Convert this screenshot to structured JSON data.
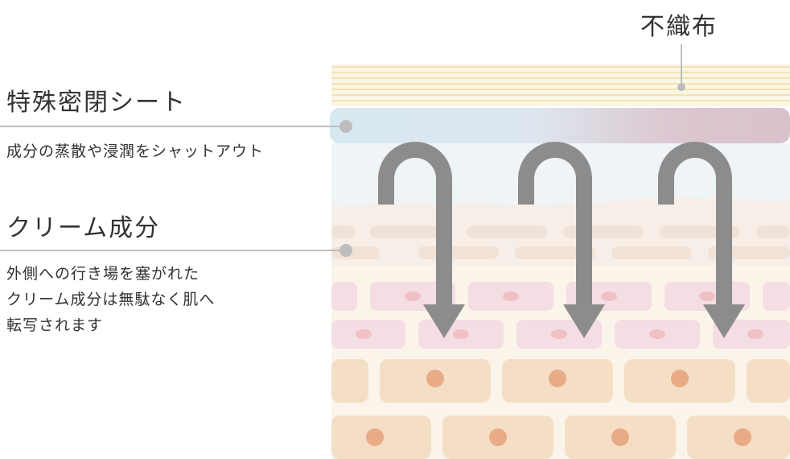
{
  "labels": {
    "nonwoven": "不織布",
    "sheet_title": "特殊密閉シート",
    "sheet_desc": "成分の蒸散や浸潤をシャットアウト",
    "cream_title": "クリーム成分",
    "cream_desc": [
      "外側への行き場を塞がれた",
      "クリーム成分は無駄なく肌へ",
      "転写されます"
    ]
  },
  "colors": {
    "text": "#333333",
    "line": "#bdbdbd",
    "arrow": "#8c8c8c",
    "fiber": "#f3e6b8",
    "sheet_blue": "#d7e8f0",
    "sheet_pink": "#dcc3cc",
    "skin_pink": "#f5dde4",
    "skin_peach": "#f4dfc6",
    "nucleus": "#e8ab85"
  },
  "icons": [
    "down-return-arrow"
  ]
}
